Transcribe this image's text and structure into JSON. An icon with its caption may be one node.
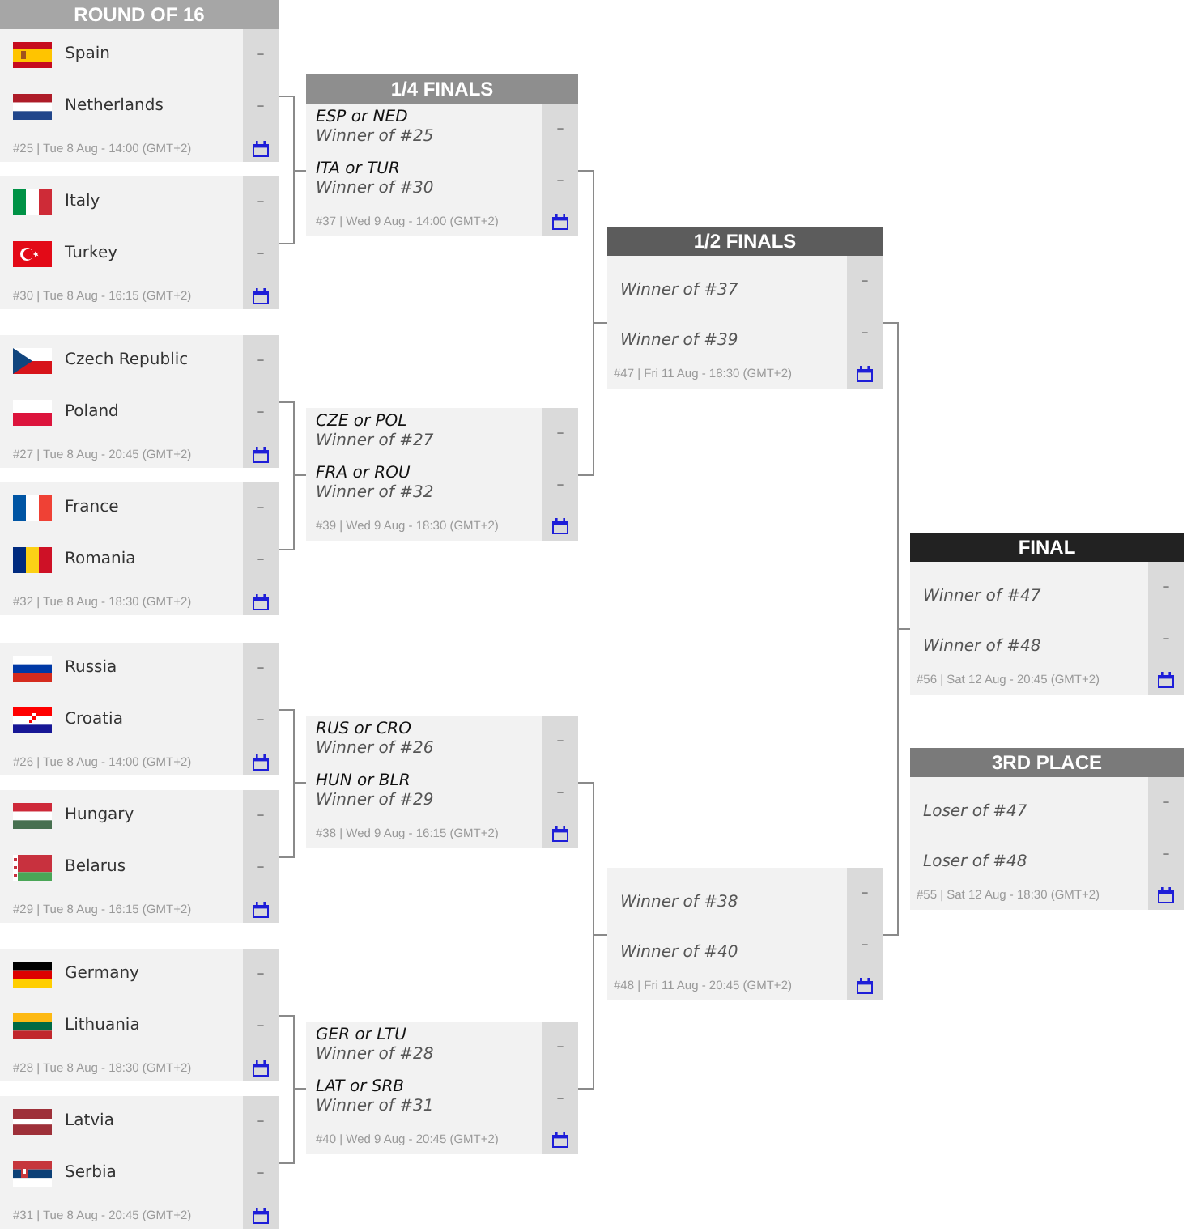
{
  "diagram": {
    "nodes": [
      {
        "text": [
          "ROUND OF 16"
        ]
      },
      {
        "text": [
          "Spain",
          "–",
          "Netherlands",
          "–",
          "#25 | Tue 8 Aug - 14:00 (GMT+2)"
        ]
      },
      {
        "text": [
          "Italy",
          "–",
          "Turkey",
          "–",
          "#30 | Tue 8 Aug - 16:15 (GMT+2)"
        ]
      },
      {
        "text": [
          "Czech Republic",
          "–",
          "Poland",
          "–",
          "#27 | Tue 8 Aug - 20:45 (GMT+2)"
        ]
      },
      {
        "text": [
          "France",
          "–",
          "Romania",
          "–",
          "#32 | Tue 8 Aug - 18:30 (GMT+2)"
        ]
      },
      {
        "text": [
          "Russia",
          "–",
          "Croatia",
          "–",
          "#26 | Tue 8 Aug - 14:00 (GMT+2)"
        ]
      },
      {
        "text": [
          "Hungary",
          "–",
          "Belarus",
          "–",
          "#29 | Tue 8 Aug - 16:15 (GMT+2)"
        ]
      },
      {
        "text": [
          "Germany",
          "–",
          "Lithuania",
          "–",
          "#28 | Tue 8 Aug - 18:30 (GMT+2)"
        ]
      },
      {
        "text": [
          "Latvia",
          "–",
          "Serbia",
          "–",
          "#31 | Tue 8 Aug - 20:45 (GMT+2)"
        ]
      },
      {
        "text": [
          "1/4 FINALS"
        ]
      },
      {
        "text": [
          "ESP or NED",
          "Winner of #25",
          "–",
          "ITA or TUR",
          "Winner of #30",
          "–",
          "#37 | Wed 9 Aug - 14:00 (GMT+2)"
        ]
      },
      {
        "text": [
          "CZE or POL",
          "Winner of #27",
          "–",
          "FRA or ROU",
          "Winner of #32",
          "–",
          "#39 | Wed 9 Aug - 18:30 (GMT+2)"
        ]
      },
      {
        "text": [
          "RUS or CRO",
          "Winner of #26",
          "–",
          "HUN or BLR",
          "Winner of #29",
          "–",
          "#38 | Wed 9 Aug - 16:15 (GMT+2)"
        ]
      },
      {
        "text": [
          "GER or LTU",
          "Winner of #28",
          "–",
          "LAT or SRB",
          "Winner of #31",
          "–",
          "#40 | Wed 9 Aug - 20:45 (GMT+2)"
        ]
      },
      {
        "text": [
          "1/2 FINALS"
        ]
      },
      {
        "text": [
          "Winner of #37",
          "–",
          "Winner of #39",
          "–",
          "#47 | Fri 11 Aug - 18:30 (GMT+2)"
        ]
      },
      {
        "text": [
          "Winner of #38",
          "–",
          "Winner of #40",
          "–",
          "#48 | Fri 11 Aug - 20:45 (GMT+2)"
        ]
      },
      {
        "text": [
          "FINAL"
        ]
      },
      {
        "text": [
          "Winner of #47",
          "–",
          "Winner of #48",
          "–",
          "#56 | Sat 12 Aug - 20:45 (GMT+2)"
        ]
      },
      {
        "text": [
          "3RD PLACE"
        ]
      },
      {
        "text": [
          "Loser of #47",
          "–",
          "Loser of #48",
          "–",
          "#55 | Sat 12 Aug - 18:30 (GMT+2)"
        ]
      }
    ],
    "edges": [
      {
        "from": 1,
        "to": 10,
        "arrow": "none"
      },
      {
        "from": 2,
        "to": 10,
        "arrow": "none"
      },
      {
        "from": 3,
        "to": 11,
        "arrow": "none"
      },
      {
        "from": 4,
        "to": 11,
        "arrow": "none"
      },
      {
        "from": 5,
        "to": 12,
        "arrow": "none"
      },
      {
        "from": 6,
        "to": 12,
        "arrow": "none"
      },
      {
        "from": 7,
        "to": 13,
        "arrow": "none"
      },
      {
        "from": 8,
        "to": 13,
        "arrow": "none"
      },
      {
        "from": 10,
        "to": 15,
        "arrow": "none"
      },
      {
        "from": 11,
        "to": 15,
        "arrow": "none"
      },
      {
        "from": 12,
        "to": 16,
        "arrow": "none"
      },
      {
        "from": 13,
        "to": 16,
        "arrow": "none"
      },
      {
        "from": 15,
        "to": 18,
        "arrow": "none"
      },
      {
        "from": 16,
        "to": 18,
        "arrow": "none"
      }
    ]
  }
}
